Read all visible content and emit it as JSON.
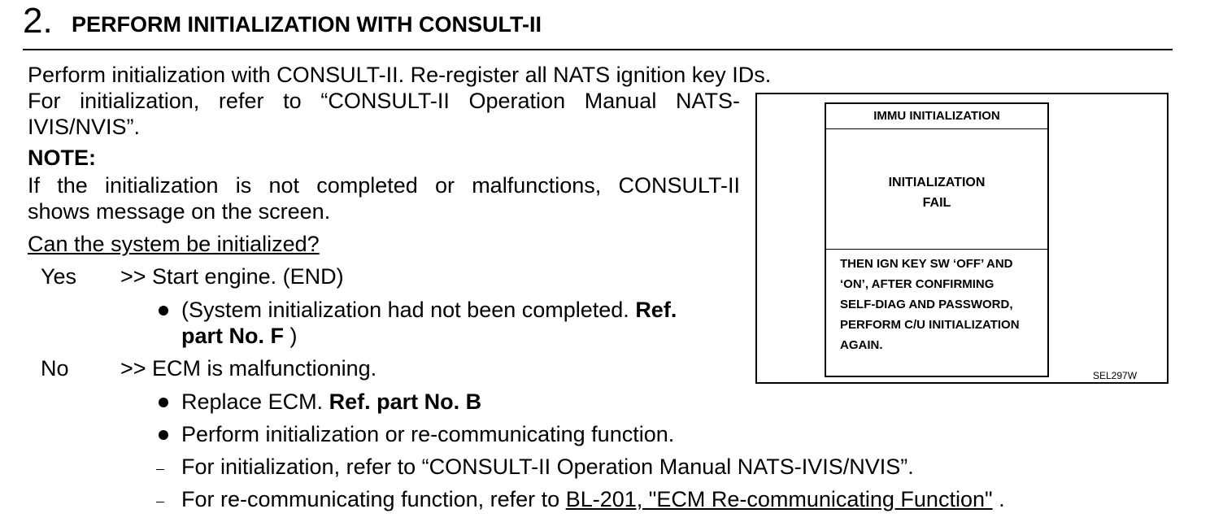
{
  "header": {
    "step_number": "2.",
    "step_title": "PERFORM INITIALIZATION WITH CONSULT-II"
  },
  "body": {
    "para1": "Perform initialization with CONSULT-II. Re-register all NATS ignition key IDs.",
    "para2_line1": "For initialization, refer to “CONSULT-II Operation Manual NATS-",
    "para2_line2": "IVIS/NVIS”.",
    "note_label": "NOTE:",
    "note_line1": "If the initialization is not completed or malfunctions, CONSULT-II",
    "note_line2": "shows message on the screen.",
    "question": "Can the system be initialized?",
    "yes": {
      "label": "Yes",
      "action": ">> Start engine. (END)",
      "bullet_text": "(System initialization had not been completed. ",
      "bullet_ref_1": "Ref.",
      "bullet_ref_2": "part No. F",
      "bullet_close": " )"
    },
    "no": {
      "label": "No",
      "action": ">> ECM is malfunctioning.",
      "bullet1_text": "Replace ECM. ",
      "bullet1_ref": "Ref. part No. B",
      "bullet2_text": "Perform initialization or re-communicating function.",
      "dash1_text": "For initialization, refer to “CONSULT-II Operation Manual NATS-IVIS/NVIS”.",
      "dash2_text": "For re-communicating function, refer to ",
      "dash2_link": "BL-201, \"ECM Re-communicating Function\"",
      "dash2_end": " ."
    }
  },
  "figure": {
    "screen_title": "IMMU INITIALIZATION",
    "message_line1": "INITIALIZATION",
    "message_line2": "FAIL",
    "instructions": [
      "THEN IGN KEY SW ‘OFF’ AND",
      "‘ON’, AFTER CONFIRMING",
      "SELF-DIAG AND PASSWORD,",
      "PERFORM C/U INITIALIZATION",
      "AGAIN."
    ],
    "code": "SEL297W"
  }
}
